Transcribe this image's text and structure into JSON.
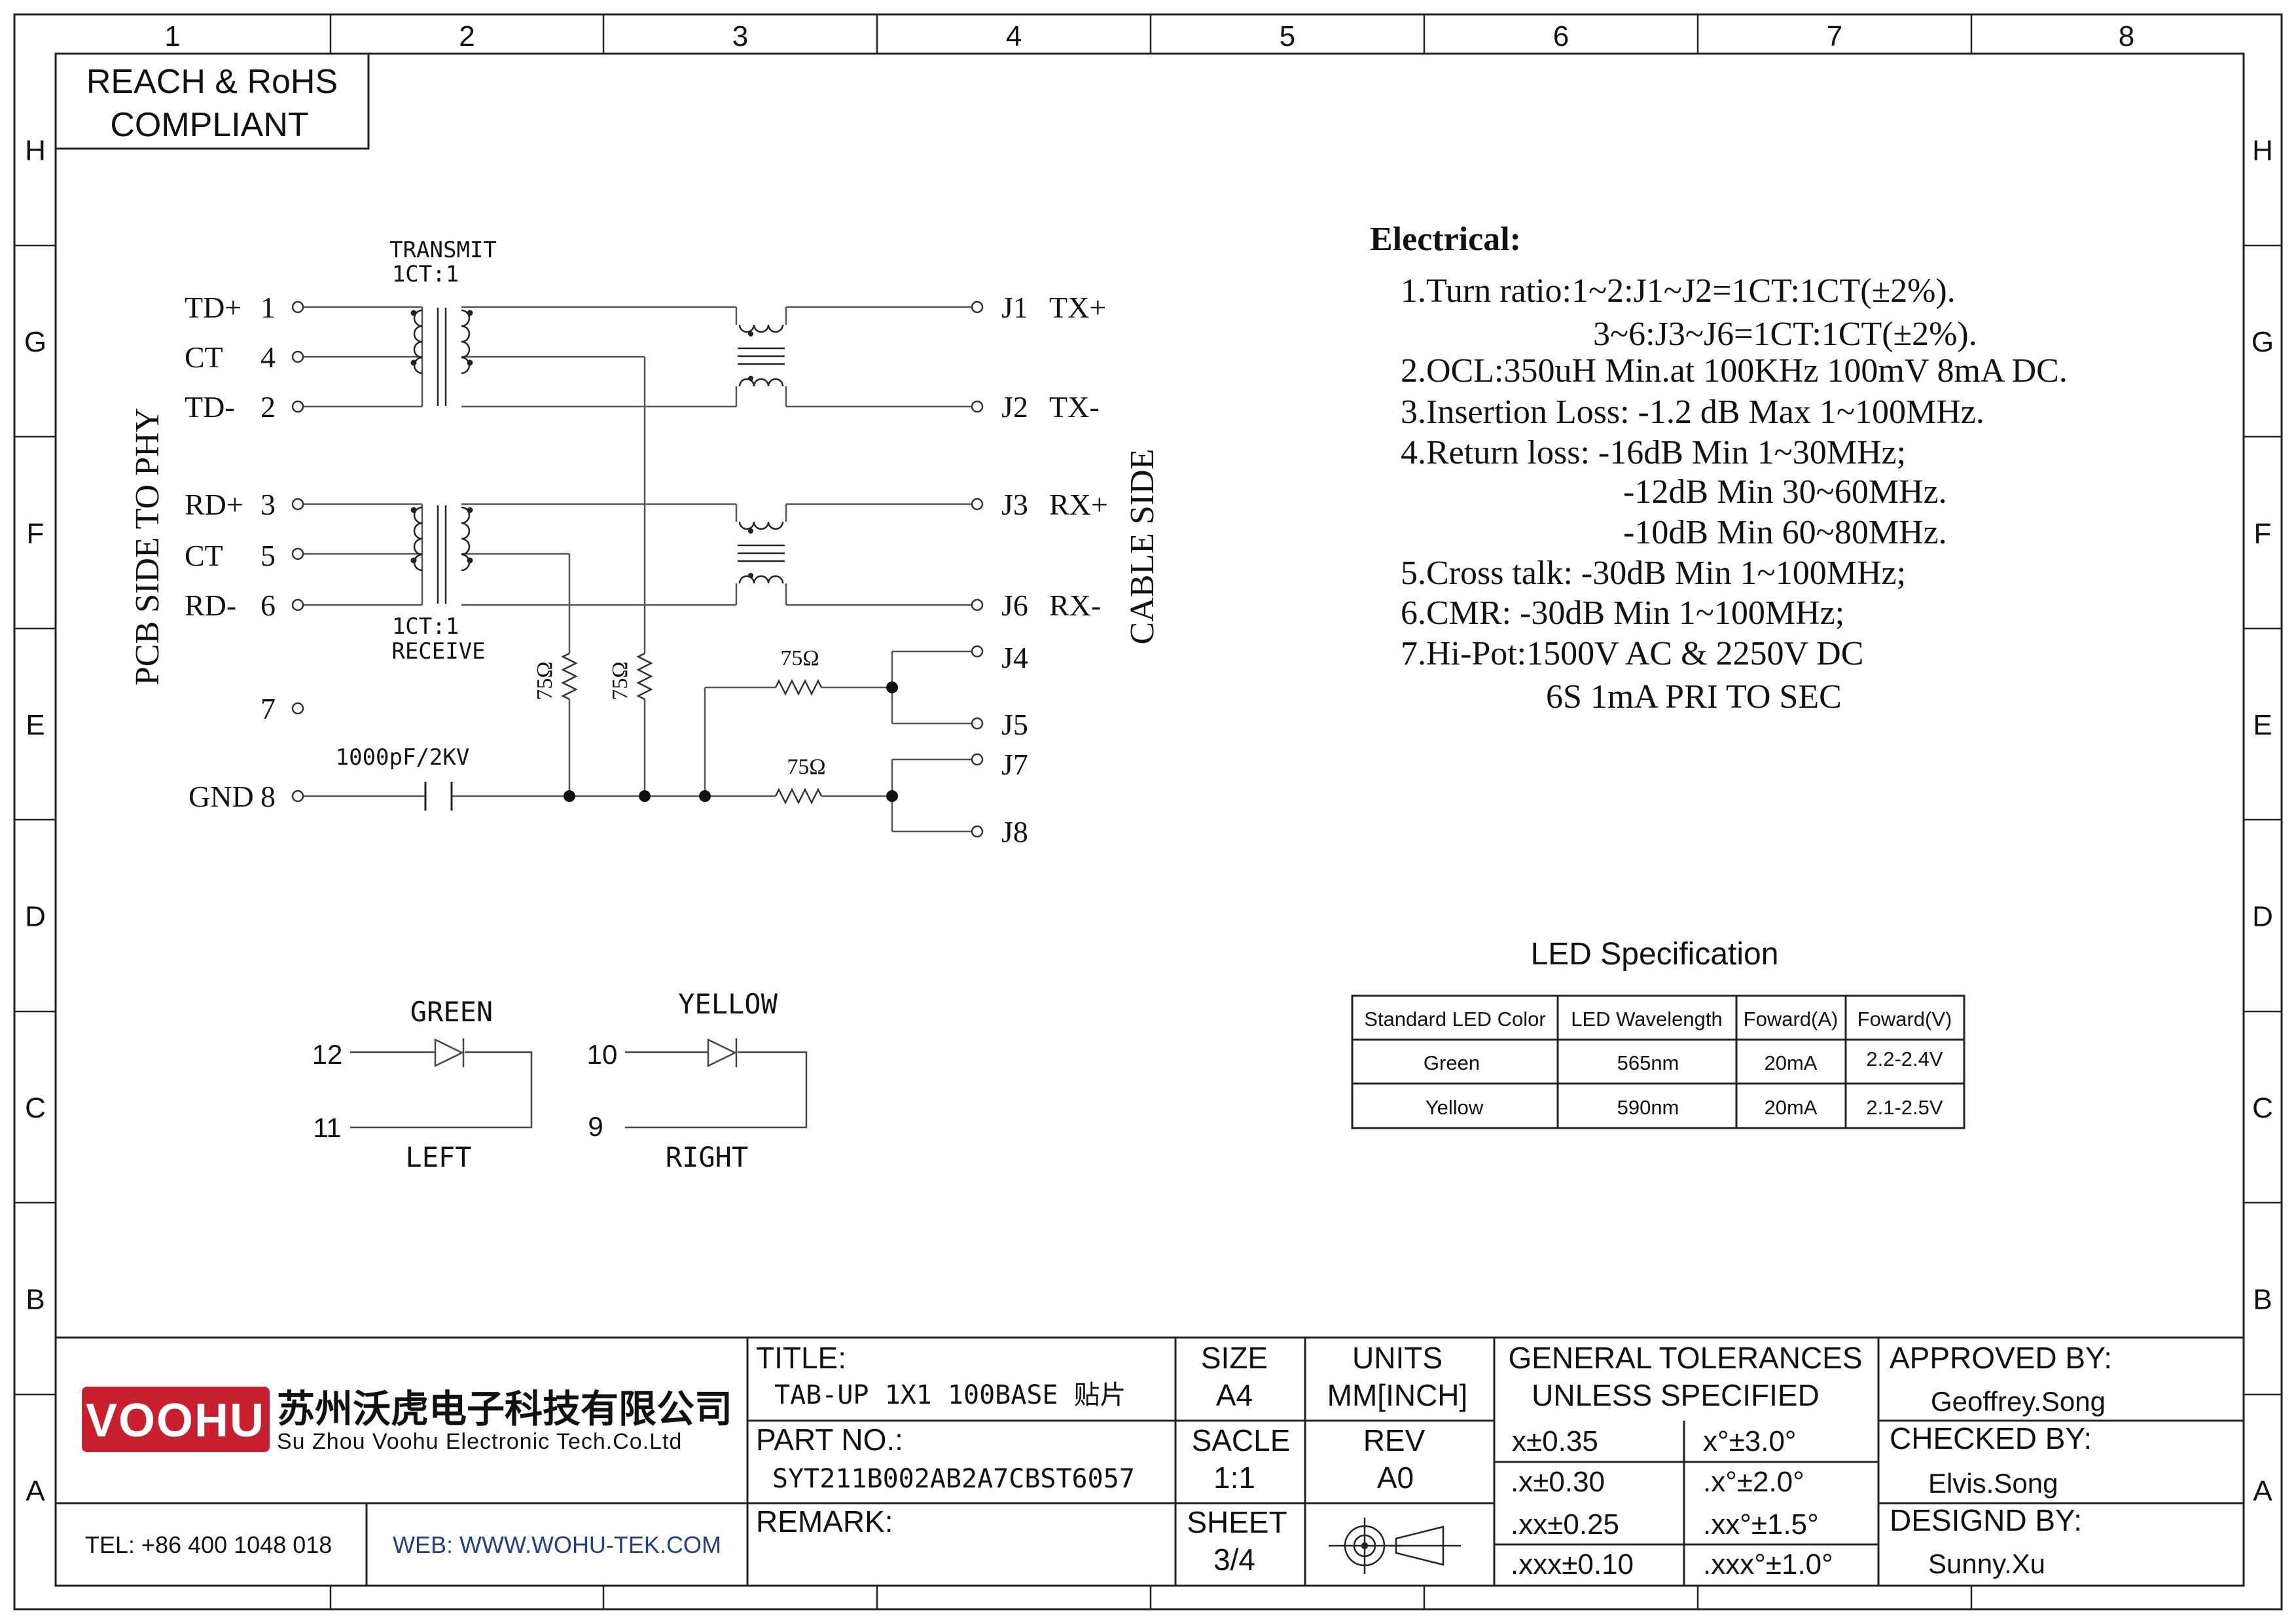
{
  "frame": {
    "columns": [
      "1",
      "2",
      "3",
      "4",
      "5",
      "6",
      "7",
      "8"
    ],
    "rows": [
      "H",
      "G",
      "F",
      "E",
      "D",
      "C",
      "B",
      "A"
    ]
  },
  "compliance": {
    "line1": "REACH & RoHS",
    "line2": "COMPLIANT"
  },
  "schematic": {
    "left_side_label": "PCB SIDE TO PHY",
    "right_side_label": "CABLE SIDE",
    "transmit_label_1": "TRANSMIT",
    "transmit_label_2": "1CT:1",
    "receive_label_1": "1CT:1",
    "receive_label_2": "RECEIVE",
    "cap_label": "1000pF/2KV",
    "res_label": "75Ω",
    "pins": [
      {
        "name": "TD+",
        "num": "1"
      },
      {
        "name": "CT",
        "num": "4"
      },
      {
        "name": "TD-",
        "num": "2"
      },
      {
        "name": "RD+",
        "num": "3"
      },
      {
        "name": "CT",
        "num": "5"
      },
      {
        "name": "RD-",
        "num": "6"
      },
      {
        "name": "",
        "num": "7"
      },
      {
        "name": "GND",
        "num": "8"
      }
    ],
    "jacks": [
      {
        "num": "J1",
        "name": "TX+"
      },
      {
        "num": "J2",
        "name": "TX-"
      },
      {
        "num": "J3",
        "name": "RX+"
      },
      {
        "num": "J6",
        "name": "RX-"
      },
      {
        "num": "J4",
        "name": ""
      },
      {
        "num": "J5",
        "name": ""
      },
      {
        "num": "J7",
        "name": ""
      },
      {
        "num": "J8",
        "name": ""
      }
    ]
  },
  "leds": {
    "green": {
      "label": "GREEN",
      "pin_a": "12",
      "pin_b": "11",
      "side": "LEFT"
    },
    "yellow": {
      "label": "YELLOW",
      "pin_a": "10",
      "pin_b": "9",
      "side": "RIGHT"
    }
  },
  "electrical": {
    "heading": "Electrical:",
    "lines": [
      "1.Turn ratio:1~2:J1~J2=1CT:1CT(±2%).",
      "3~6:J3~J6=1CT:1CT(±2%).",
      "2.OCL:350uH Min.at 100KHz 100mV 8mA DC.",
      "3.Insertion Loss: -1.2 dB Max 1~100MHz.",
      "4.Return loss: -16dB Min 1~30MHz;",
      "-12dB Min 30~60MHz.",
      "-10dB Min 60~80MHz.",
      "5.Cross talk: -30dB Min 1~100MHz;",
      "6.CMR: -30dB Min 1~100MHz;",
      "7.Hi-Pot:1500V AC & 2250V DC",
      "6S 1mA PRI TO SEC"
    ]
  },
  "led_spec": {
    "title": "LED Specification",
    "headers": [
      "Standard LED Color",
      "LED Wavelength",
      "Foward(A)",
      "Foward(V)"
    ],
    "rows": [
      [
        "Green",
        "565nm",
        "20mA",
        "2.2-2.4V"
      ],
      [
        "Yellow",
        "590nm",
        "20mA",
        "2.1-2.5V"
      ]
    ]
  },
  "titleblock": {
    "logo": "VOOHU",
    "company_cn": "苏州沃虎电子科技有限公司",
    "company_en": "Su Zhou Voohu Electronic Tech.Co.Ltd",
    "tel": "TEL: +86 400 1048 018",
    "web": "WEB: WWW.WOHU-TEK.COM",
    "title_label": "TITLE:",
    "title_value": "TAB-UP 1X1 100BASE 贴片",
    "part_label": "PART NO.:",
    "part_value": "SYT211B002AB2A7CBST6057",
    "remark_label": "REMARK:",
    "size_label": "SIZE",
    "size_value": "A4",
    "units_label": "UNITS",
    "units_value": "MM[INCH]",
    "scale_label": "SACLE",
    "scale_value": "1:1",
    "rev_label": "REV",
    "rev_value": "A0",
    "sheet_label": "SHEET",
    "sheet_value": "3/4",
    "gt_line1": "GENERAL TOLERANCES",
    "gt_line2": "UNLESS SPECIFIED",
    "tolerances": [
      [
        "x±0.35",
        "x°±3.0°"
      ],
      [
        ".x±0.30",
        ".x°±2.0°"
      ],
      [
        ".xx±0.25",
        ".xx°±1.5°"
      ],
      [
        ".xxx±0.10",
        ".xxx°±1.0°"
      ]
    ],
    "approved_label": "APPROVED BY:",
    "approved_value": "Geoffrey.Song",
    "checked_label": "CHECKED BY:",
    "checked_value": "Elvis.Song",
    "designed_label": "DESIGND BY:",
    "designed_value": "Sunny.Xu",
    "brand_color": "#c8202f",
    "web_color": "#1f3f8f"
  }
}
